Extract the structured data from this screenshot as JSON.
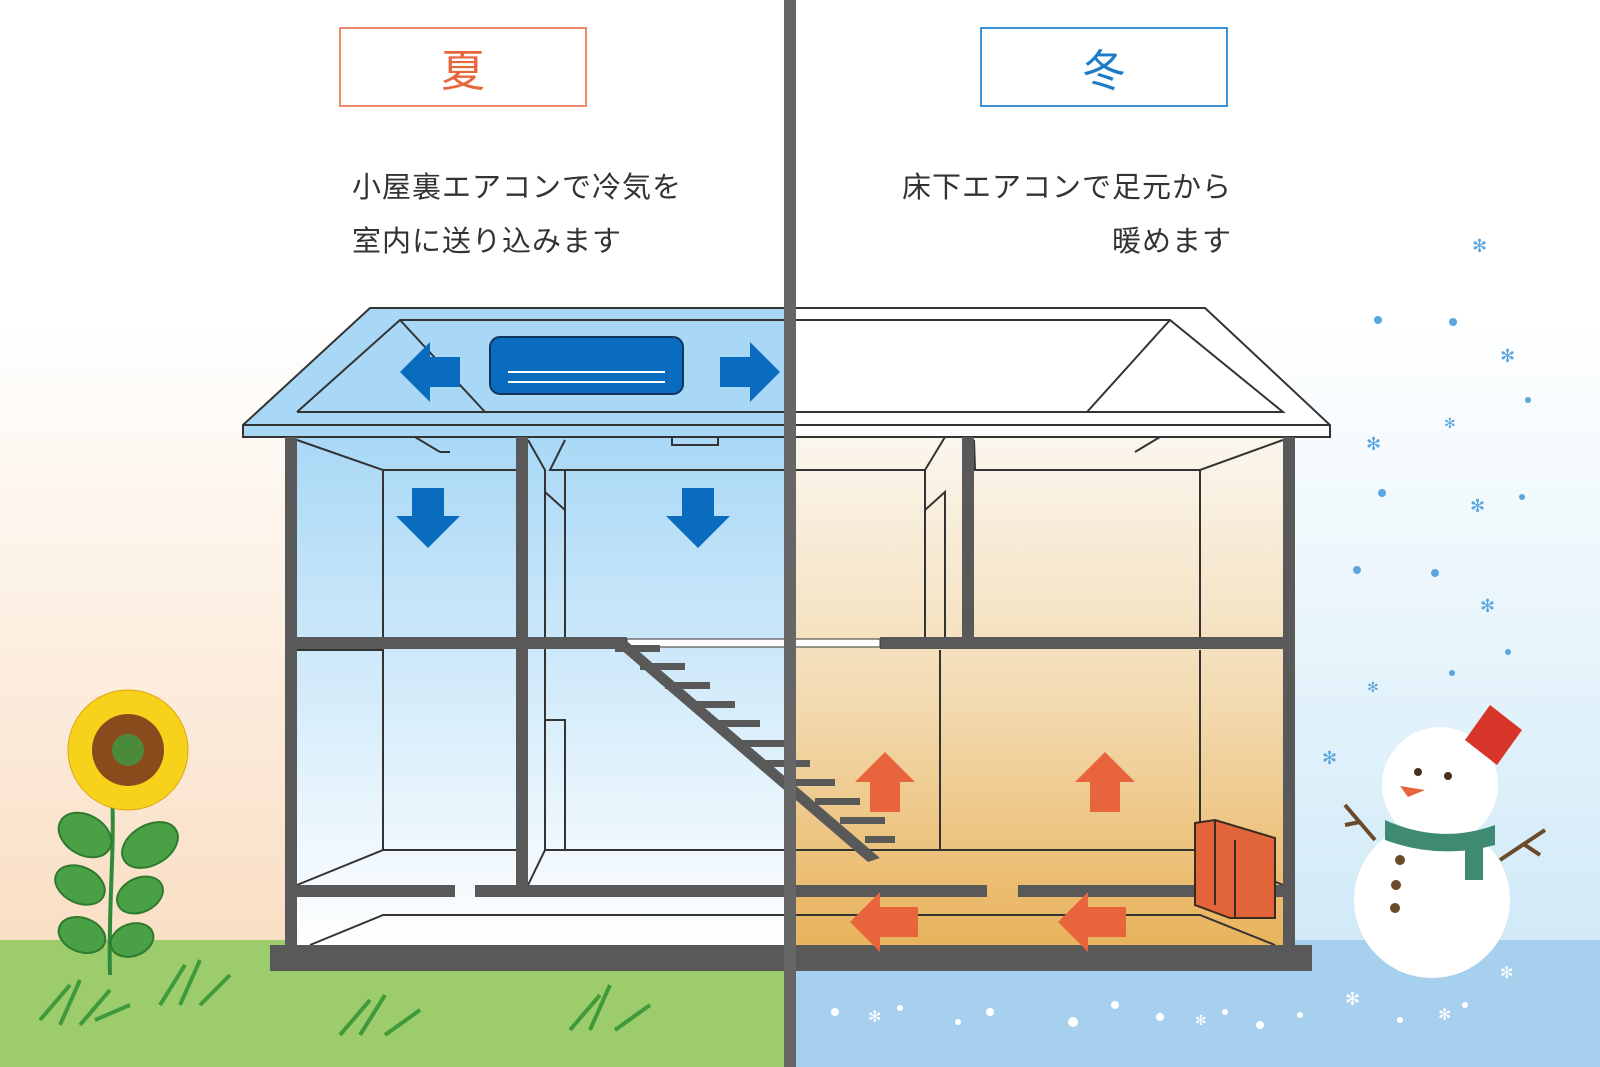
{
  "summer": {
    "label": "夏",
    "description_line1": "小屋裏エアコンで冷気を",
    "description_line2": "室内に送り込みます",
    "accent_color": "#e8663c"
  },
  "winter": {
    "label": "冬",
    "description_line1": "床下エアコンで足元から",
    "description_line2": "暖めます",
    "accent_color": "#1c7cc9"
  }
}
